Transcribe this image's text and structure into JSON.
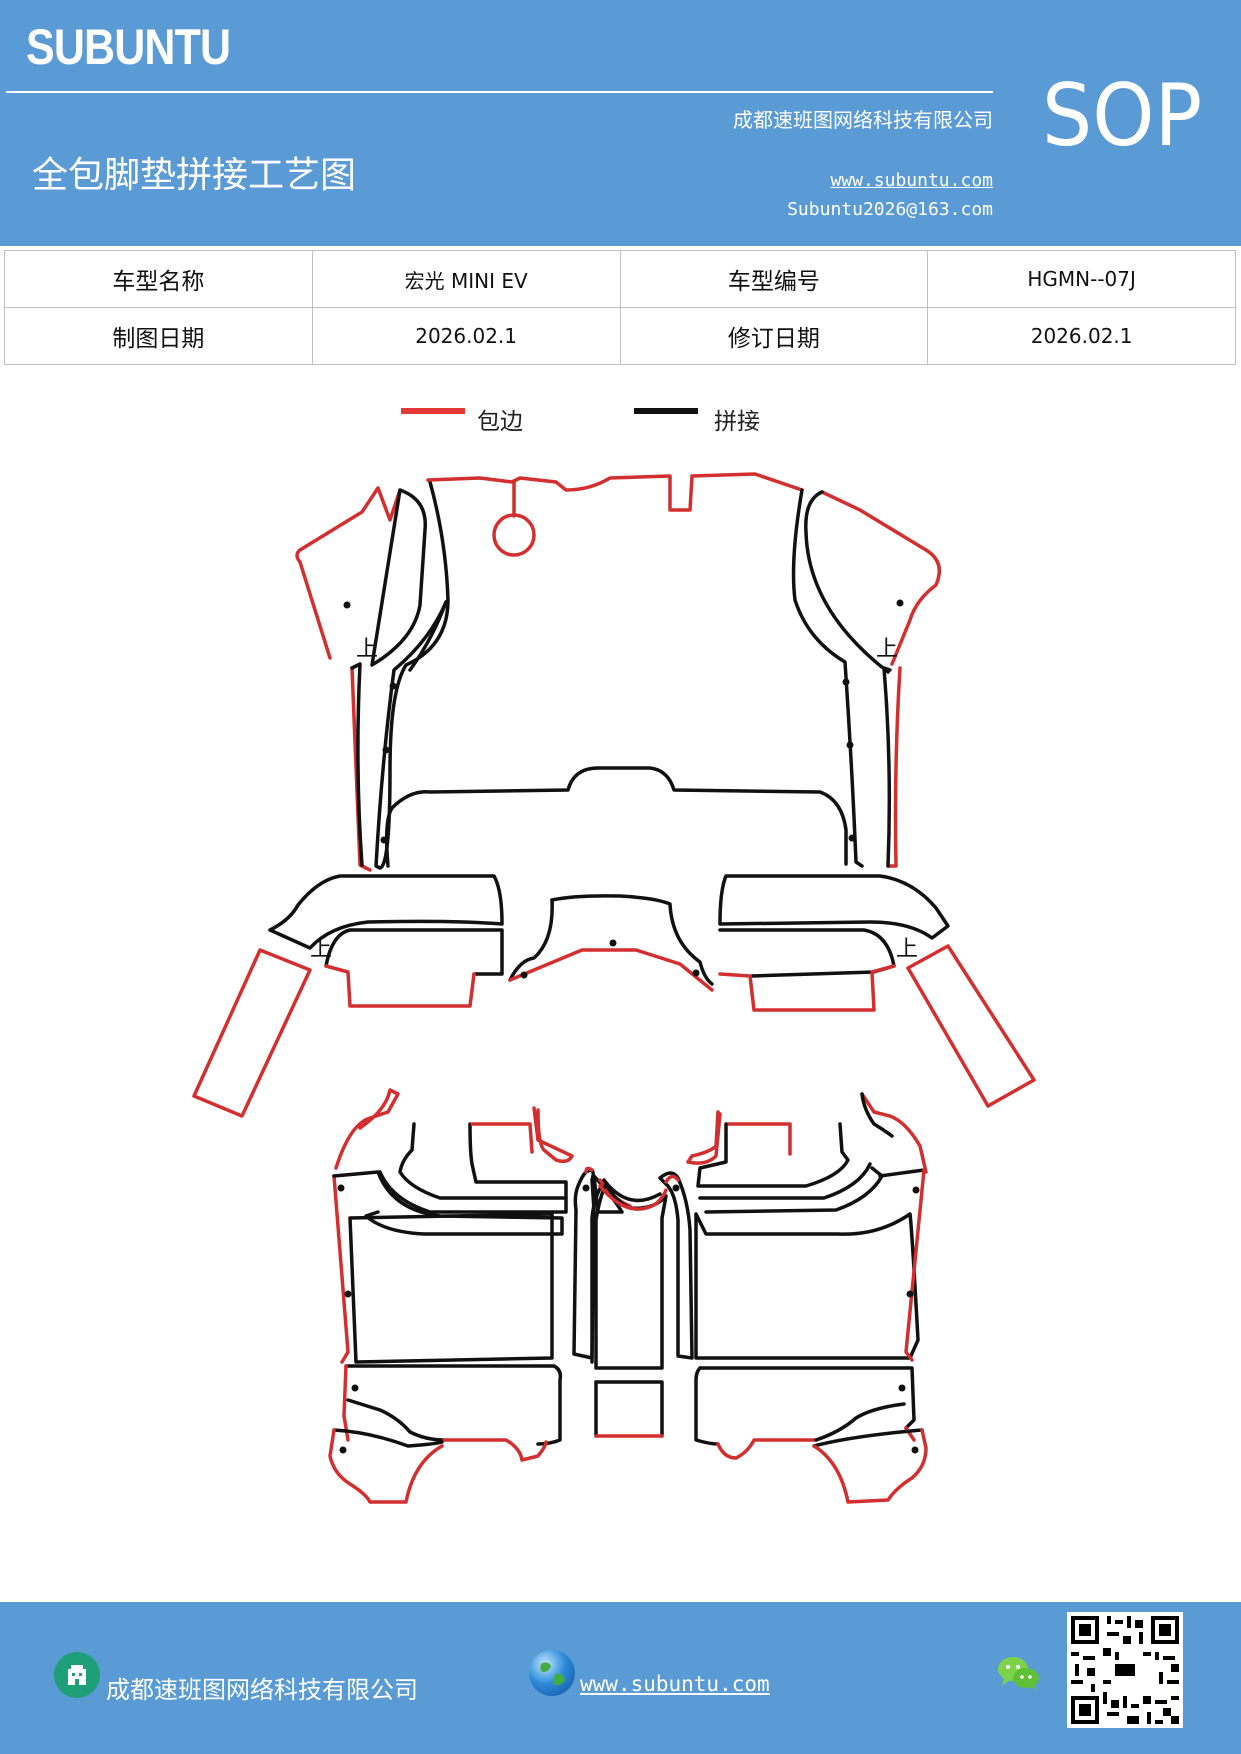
{
  "header": {
    "logo": "SUBUNTU",
    "company": "成都速班图网络科技有限公司",
    "title": "全包脚垫拼接工艺图",
    "website": "www.subuntu.com",
    "email": "Subuntu2026@163.com",
    "badge": "SOP",
    "bg_color": "#5b9bd5"
  },
  "info_table": {
    "model_name_label": "车型名称",
    "model_name_value": "宏光 MINI EV",
    "model_code_label": "车型编号",
    "model_code_value": "HGMN--07J",
    "draw_date_label": "制图日期",
    "draw_date_value": "2026.02.1",
    "revise_date_label": "修订日期",
    "revise_date_value": "2026.02.1"
  },
  "legend": [
    {
      "label": "包边",
      "color": "#e53935"
    },
    {
      "label": "拼接",
      "color": "#111111"
    }
  ],
  "diagram": {
    "direction_mark": "上",
    "edge_color": "#d32f2f",
    "seam_color": "#111111"
  },
  "footer": {
    "company": "成都速班图网络科技有限公司",
    "website": "www.subuntu.com",
    "icons": [
      "building-icon",
      "globe-icon",
      "wechat-icon",
      "qr-code"
    ]
  }
}
